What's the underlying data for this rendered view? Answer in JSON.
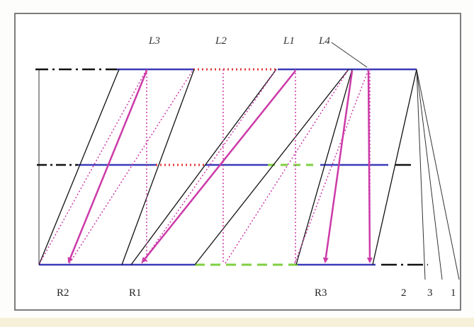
{
  "diagram": {
    "top_labels": [
      "L3",
      "L2",
      "L1",
      "L4"
    ],
    "bottom_labels": [
      "R2",
      "R1",
      "R3"
    ],
    "right_labels": [
      "2",
      "3",
      "1"
    ]
  },
  "colors": {
    "blue": "#3a3ab8",
    "magenta": "#cc3aa8",
    "red_dotted": "#e03a3a",
    "green_dashed": "#7fcf3f",
    "black": "#111111",
    "frame": "#7d7d7d"
  }
}
